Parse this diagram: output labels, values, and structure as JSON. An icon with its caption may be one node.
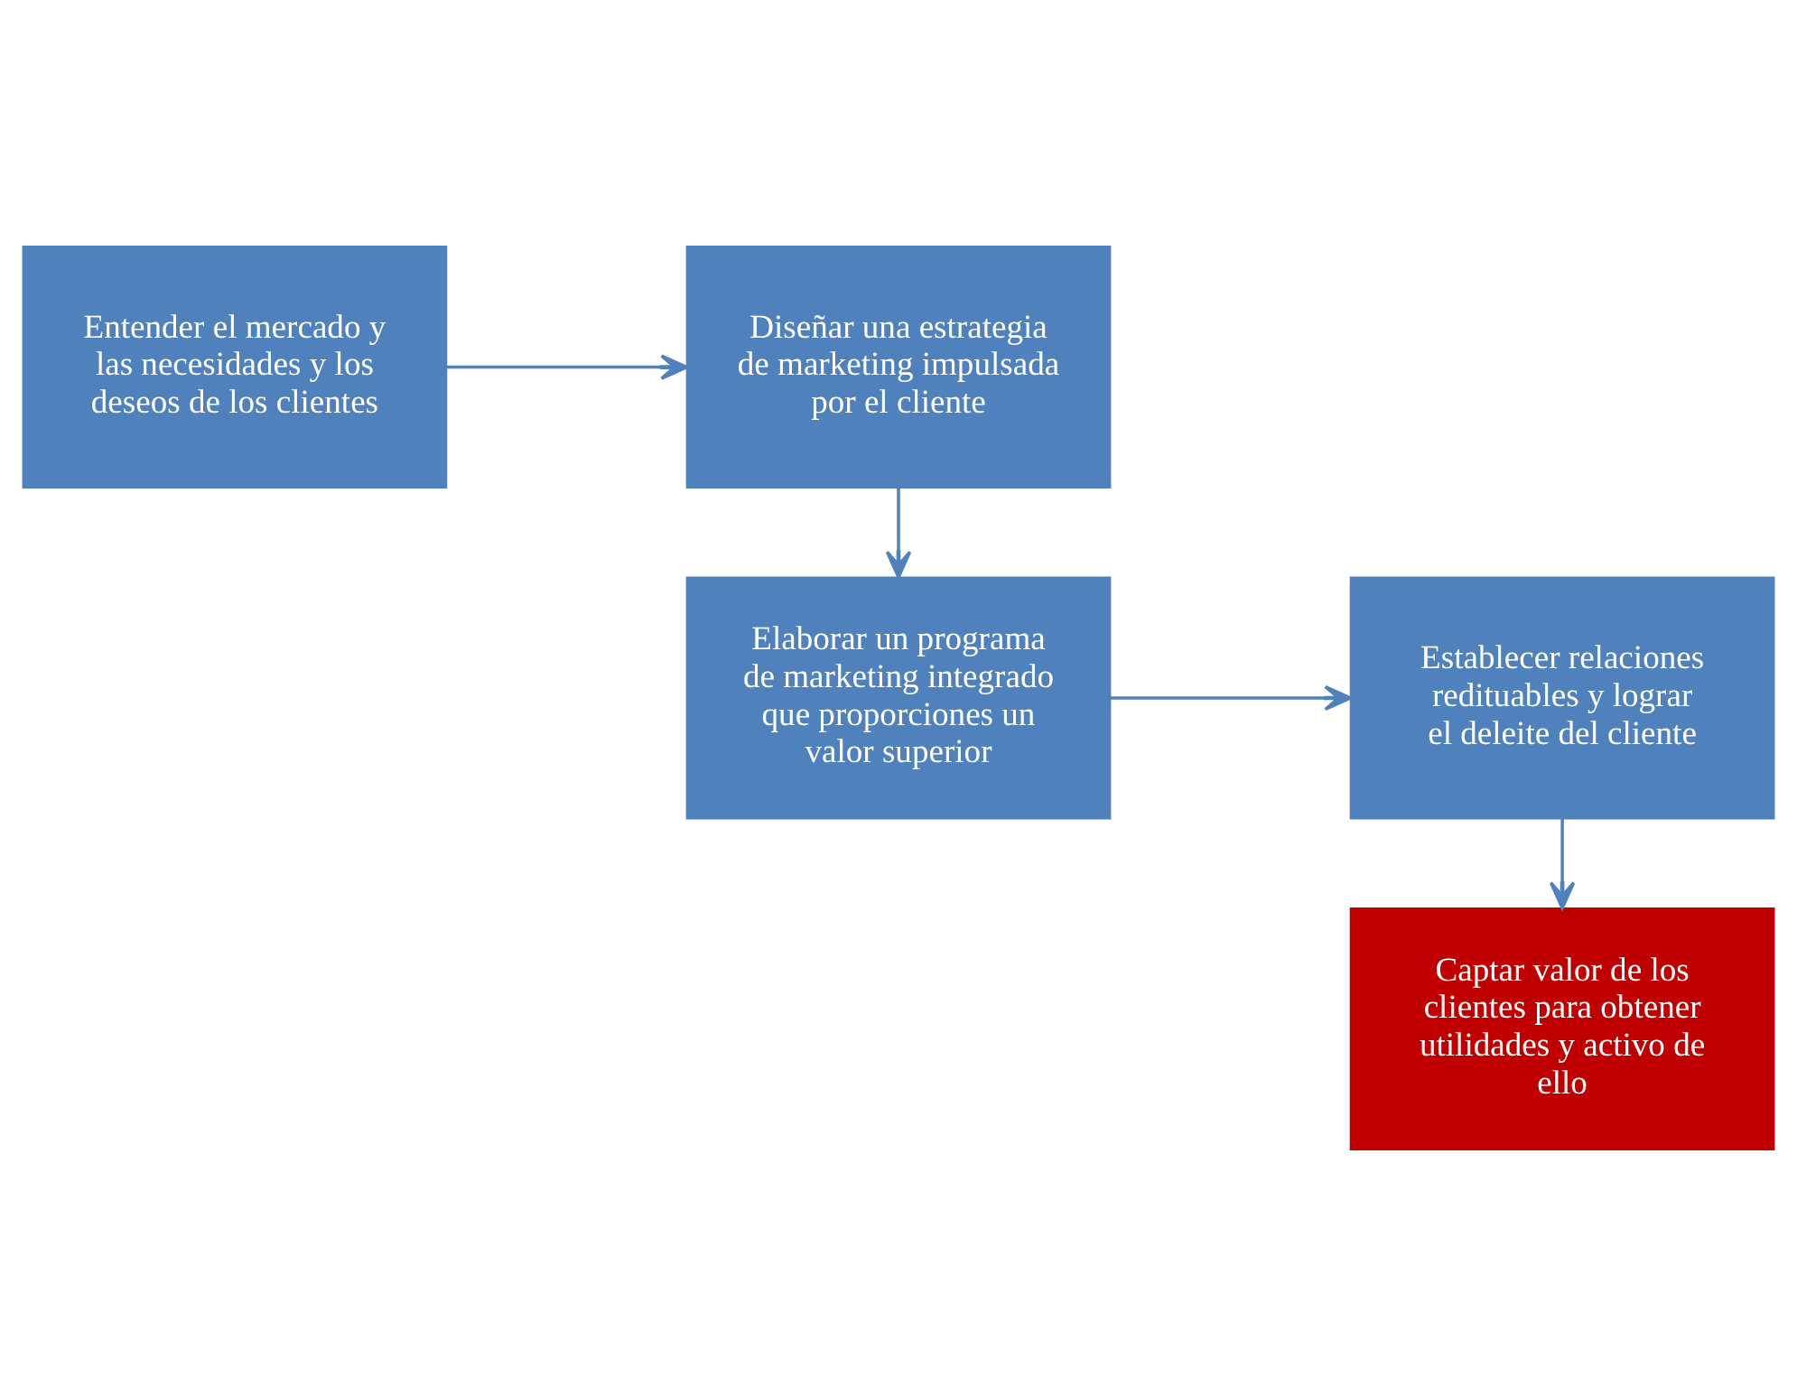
{
  "diagram": {
    "nodes": [
      {
        "text": [
          "Entender el mercado y las necesidades y los deseos de los clientes"
        ]
      },
      {
        "text": [
          "Diseñar una estrategia de marketing impulsada por el cliente"
        ]
      },
      {
        "text": [
          "Elaborar un programa de marketing integrado que proporciones un valor superior"
        ]
      },
      {
        "text": [
          "Establecer relaciones redituables y lograr el deleite del cliente"
        ]
      },
      {
        "text": [
          "Captar valor de los clientes para obtener utilidades y activo de ello"
        ]
      }
    ],
    "edges": [
      {
        "from": 0,
        "to": 1,
        "arrow": "to"
      },
      {
        "from": 1,
        "to": 2,
        "arrow": "to"
      },
      {
        "from": 2,
        "to": 3,
        "arrow": "to"
      },
      {
        "from": 3,
        "to": 4,
        "arrow": "to"
      }
    ]
  }
}
